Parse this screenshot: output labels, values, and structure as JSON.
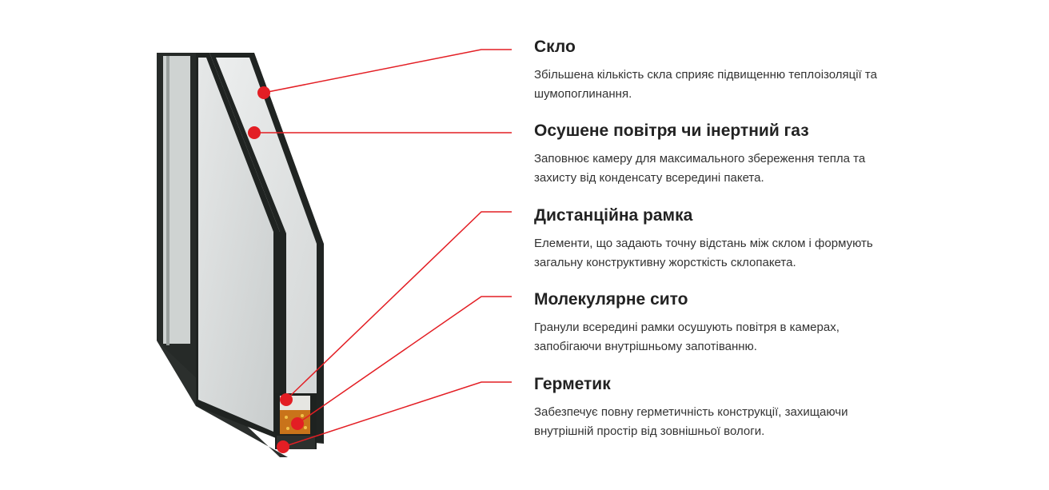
{
  "accent_color": "#e31e24",
  "frame_color": "#262a28",
  "callouts": [
    {
      "title": "Скло",
      "description_lines": [
        "Збільшена кількість скла сприяє підвищенню теплоізоляції та",
        "шумопоглинання."
      ]
    },
    {
      "title": "Осушене повітря чи інертний газ",
      "description_lines": [
        "Заповнює камеру для максимального збереження тепла та",
        "захисту від конденсату всередині пакета."
      ]
    },
    {
      "title": "Дистанційна рамка",
      "description_lines": [
        "Елементи, що задають точну відстань між склом і формують",
        "загальну конструктивну жорсткість склопакета."
      ]
    },
    {
      "title": "Молекулярне сито",
      "description_lines": [
        "Гранули всередині рамки осушують повітря в камерах,",
        "запобігаючи внутрішньому запотіванню."
      ]
    },
    {
      "title": "Герметик",
      "description_lines": [
        "Забезпечує повну герметичність конструкції, захищаючи",
        "внутрішній простір від зовнішньої вологи."
      ]
    }
  ]
}
